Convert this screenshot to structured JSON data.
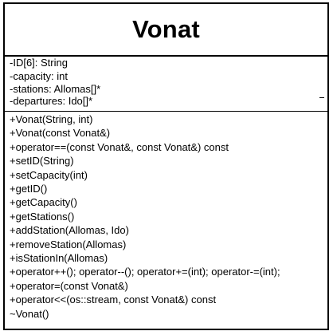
{
  "class": {
    "name": "Vonat",
    "attributes": [
      "-ID[6]: String",
      "-capacity: int",
      "-stations: Allomas[]*",
      "-departures: Ido[]*"
    ],
    "methods": [
      "+Vonat(String, int)",
      "+Vonat(const Vonat&)",
      "+operator==(const  Vonat&, const  Vonat&) const",
      "+setID(String)",
      "+setCapacity(int)",
      "+getID()",
      "+getCapacity()",
      "+getStations()",
      "+addStation(Allomas, Ido)",
      "+removeStation(Allomas)",
      "+isStationIn(Allomas)",
      "+operator++(); operator--(); operator+=(int); operator-=(int);",
      "+operator=(const Vonat&)",
      "+operator<<(os::stream, const Vonat&) const",
      "~Vonat()"
    ]
  }
}
